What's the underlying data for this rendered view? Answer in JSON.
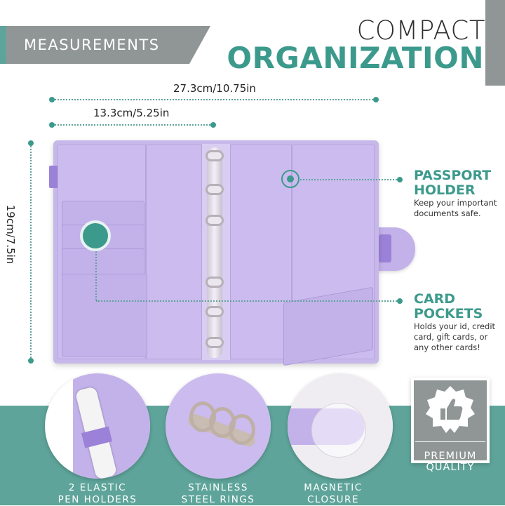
{
  "header": {
    "measurements": "MEASUREMENTS",
    "title_top": "COMPACT",
    "title_main": "ORGANIZATION"
  },
  "dimensions": {
    "total_width": "27.3cm/10.75in",
    "half_width": "13.3cm/5.25in",
    "height": "19cm/7.5in"
  },
  "features": {
    "passport": {
      "title_line1": "PASSPORT",
      "title_line2": "HOLDER",
      "desc_line1": "Keep your important",
      "desc_line2": "documents safe."
    },
    "cards": {
      "title_line1": "CARD",
      "title_line2": "POCKETS",
      "desc_line1": "Holds your id, credit",
      "desc_line2": "card, gift cards, or",
      "desc_line3": "any other cards!"
    }
  },
  "bottom": {
    "items": [
      {
        "line1": "2 ELASTIC",
        "line2": "PEN HOLDERS"
      },
      {
        "line1": "STAINLESS",
        "line2": "STEEL RINGS"
      },
      {
        "line1": "MAGNETIC",
        "line2": "CLOSURE"
      }
    ],
    "badge_line1": "PREMIUM",
    "badge_line2": "QUALITY"
  },
  "colors": {
    "accent": "#3c9a8c",
    "grey": "#8f9695",
    "lavender": "#c7b8ea"
  }
}
